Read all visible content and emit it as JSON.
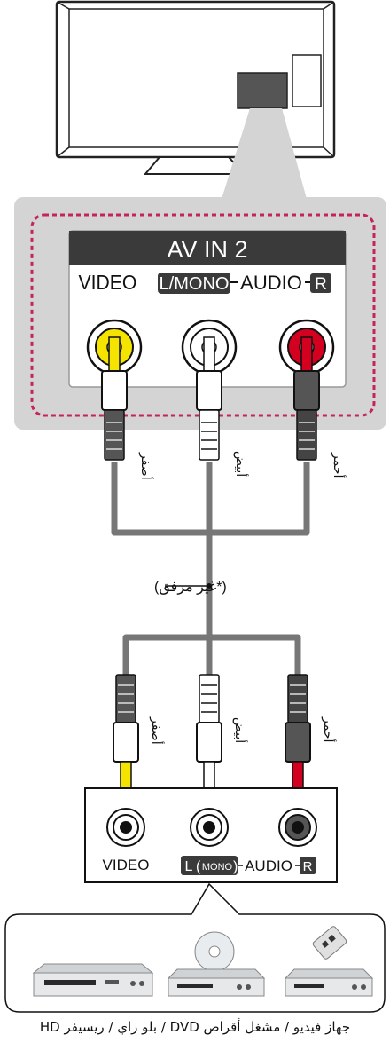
{
  "panel": {
    "title": "AV IN 2",
    "video_label": "VIDEO",
    "lmono_label": "L/MONO",
    "audio_label": "AUDIO",
    "r_label": "R"
  },
  "cable_colors_top": [
    "أصفر",
    "أبيض",
    "أحمر"
  ],
  "cable_note": "(*غير مرفق)",
  "cable_colors_bottom": [
    "أصفر",
    "أبيض",
    "أحمر"
  ],
  "device_panel": {
    "video_label": "VIDEO",
    "l_label": "L",
    "mono_label": "MONO",
    "audio_label": "AUDIO",
    "r_label": "R"
  },
  "caption": "جهاز فيديو / مشغل أقراص DVD / بلو راي / ريسيفر HD",
  "colors": {
    "yellow": "#f4e400",
    "red": "#d4001f",
    "white": "#ffffff",
    "cable": "#777777",
    "panel_bg": "#d4d4d4",
    "header_bg": "#3a3a3a",
    "dashed_border": "#c4245a"
  }
}
